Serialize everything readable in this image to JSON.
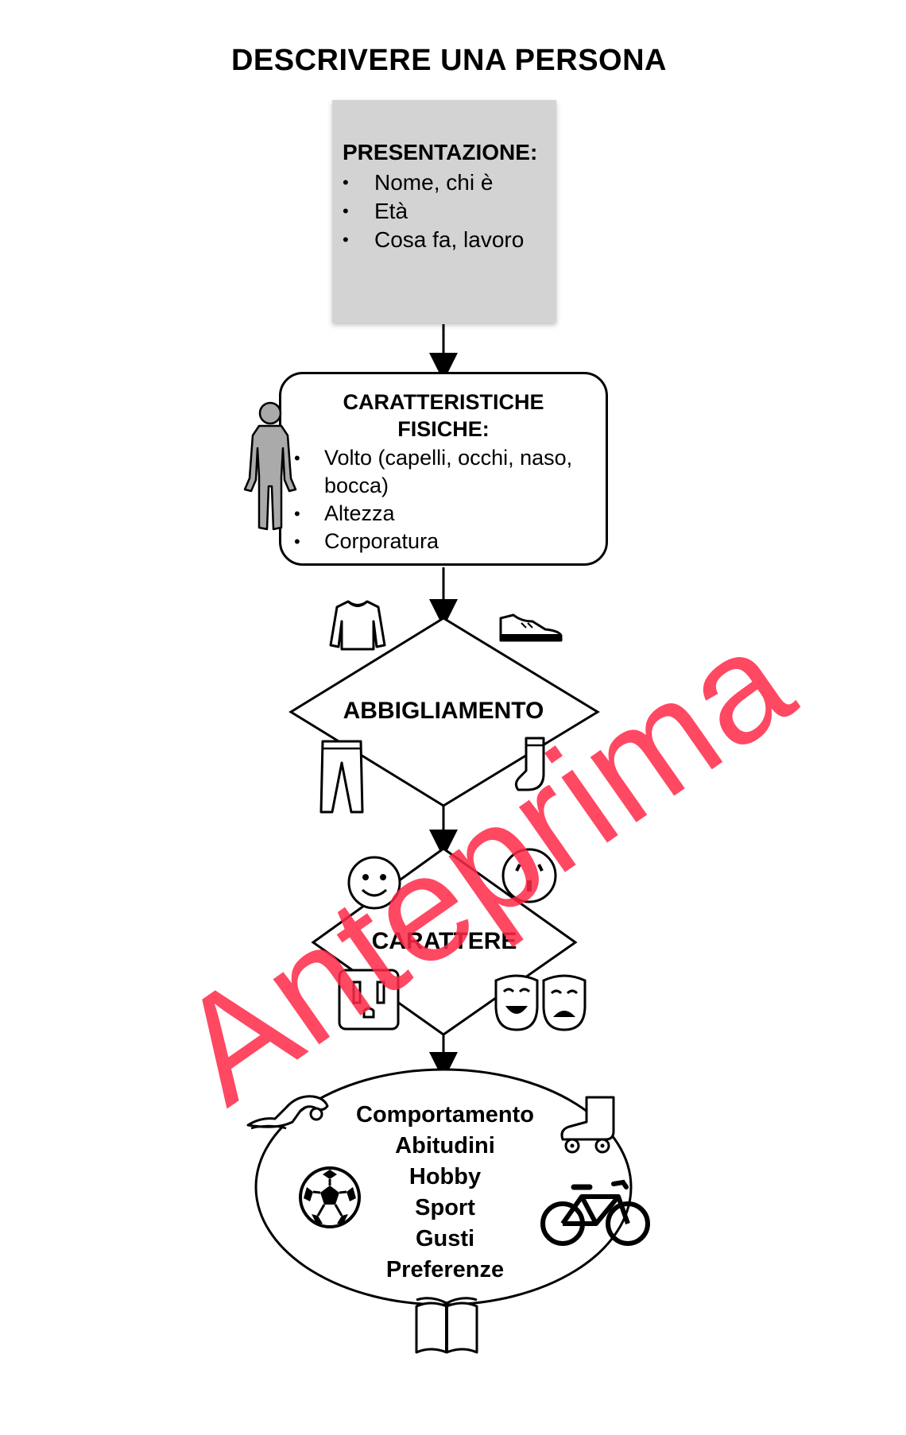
{
  "title": "DESCRIVERE UNA PERSONA",
  "presentazione": {
    "heading": "PRESENTAZIONE:",
    "items": [
      "Nome, chi è",
      "Età",
      "Cosa fa, lavoro"
    ]
  },
  "fisiche": {
    "heading_line1": "CARATTERISTICHE",
    "heading_line2": "FISICHE:",
    "items": [
      "Volto (capelli, occhi, naso, bocca)",
      "Altezza",
      "Corporatura"
    ]
  },
  "abbigliamento": {
    "label": "ABBIGLIAMENTO"
  },
  "carattere": {
    "label": "CARATTERE"
  },
  "comportamento": {
    "lines": [
      "Comportamento",
      "Abitudini",
      "Hobby",
      "Sport",
      "Gusti",
      "Preferenze"
    ]
  },
  "watermark": "Anteprima",
  "colors": {
    "box_fill": "#d3d3d3",
    "watermark": "#ff2846",
    "stroke": "#000000"
  },
  "icons": [
    "person-silhouette-icon",
    "sweater-icon",
    "sneaker-icon",
    "trousers-icon",
    "sock-icon",
    "happy-face-icon",
    "surprised-face-icon",
    "outlet-face-icon",
    "theater-masks-icon",
    "swimmer-icon",
    "roller-skate-icon",
    "soccer-ball-icon",
    "bicycle-icon",
    "book-icon"
  ]
}
